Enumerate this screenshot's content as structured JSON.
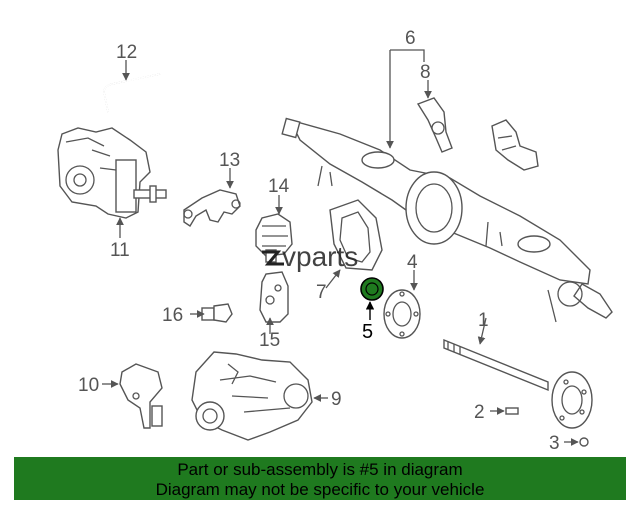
{
  "brand": {
    "watermark": "vparts"
  },
  "callouts": {
    "c1": "1",
    "c2": "2",
    "c3": "3",
    "c4": "4",
    "c5": "5",
    "c6": "6",
    "c7": "7",
    "c8": "8",
    "c9": "9",
    "c10": "10",
    "c11": "11",
    "c12": "12",
    "c13": "13",
    "c14": "14",
    "c15": "15",
    "c16": "16"
  },
  "highlight_part": "5",
  "banner": {
    "line1": "Part or sub-assembly is #5 in diagram",
    "line2": "Diagram may not be specific to your vehicle",
    "color": "#1f7a1f"
  }
}
